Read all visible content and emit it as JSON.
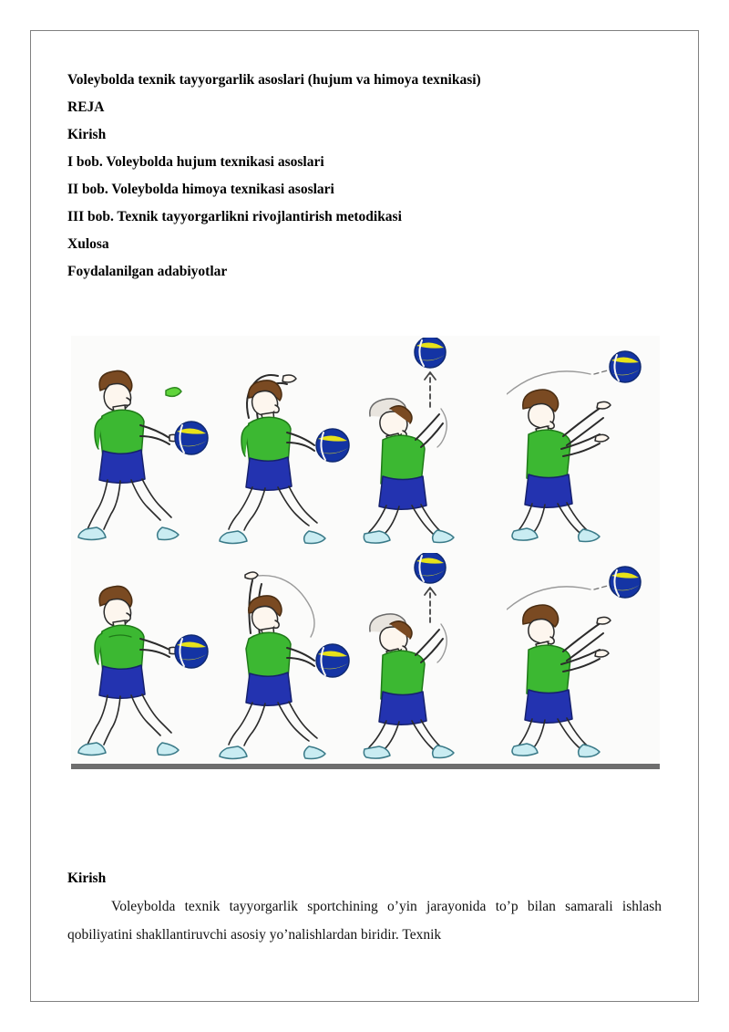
{
  "document": {
    "title": "Voleybolda texnik tayyorgarlik asoslari (hujum va himoya texnikasi)",
    "outline_heading": "REJA",
    "outline": [
      "Kirish",
      "I bob. Voleybolda hujum texnikasi asoslari",
      "II bob. Voleybolda himoya texnikasi asoslari",
      "III bob. Texnik tayyorgarlikni rivojlantirish metodikasi",
      "Xulosa",
      "Foydalanilgan adabiyotlar"
    ],
    "section_heading": "Kirish",
    "body_paragraph": "Voleybolda texnik tayyorgarlik sportchining o’yin jarayonida to’p bilan samarali ishlash qobiliyatini shakllantiruvchi asosiy yo’nalishlardan biridir. Texnik"
  },
  "figure": {
    "name": "volleyball-serve-technique-sequence",
    "rows": 2,
    "frames_per_row": 4,
    "colors": {
      "shirt": "#3cb832",
      "shorts": "#2333b0",
      "hair": "#7a4a22",
      "skin": "#fdf6ee",
      "shoe": "#c9ecf2",
      "ball_blue": "#1434a4",
      "ball_yellow": "#e8e21a",
      "outline": "#2b2b2b",
      "background": "#fbfbfa",
      "baseline": "#6e6e6e"
    }
  }
}
